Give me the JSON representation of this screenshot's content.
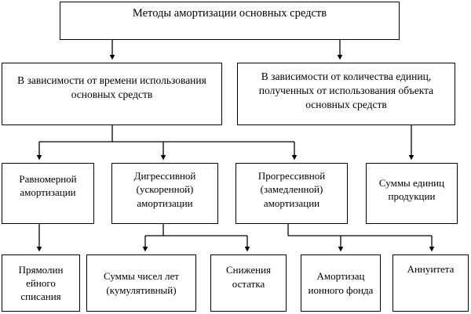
{
  "diagram": {
    "title": "Методы амортизации основных средств",
    "type": "hierarchy-tree",
    "colors": {
      "background": "#ffffff",
      "box_border": "#000000",
      "box_fill": "#ffffff",
      "connector": "#000000",
      "text": "#000000"
    },
    "levels": [
      {
        "level": 1,
        "nodes": [
          {
            "id": "root",
            "label": "Методы амортизации основных средств"
          }
        ]
      },
      {
        "level": 2,
        "nodes": [
          {
            "id": "time",
            "label": "В зависимости от времени использования основных средств"
          },
          {
            "id": "units",
            "label": "В зависимости от количества единиц, полученных от использования объекта основных средств"
          }
        ]
      },
      {
        "level": 3,
        "nodes": [
          {
            "id": "even",
            "label": "Равномерной амортизации"
          },
          {
            "id": "digr",
            "label": "Дигрессивной (ускоренной) амортизации"
          },
          {
            "id": "prog",
            "label": "Прогрессивной (замедленной) амортизации"
          },
          {
            "id": "sum",
            "label": "Суммы единиц продукции"
          }
        ]
      },
      {
        "level": 4,
        "nodes": [
          {
            "id": "line",
            "label": "Прямолин ейного списания"
          },
          {
            "id": "cumul",
            "label": "Суммы чисел лет (кумулятивный)"
          },
          {
            "id": "decl",
            "label": "Снижения остатка"
          },
          {
            "id": "fund",
            "label": "Амортизац ионного фонда"
          },
          {
            "id": "annu",
            "label": "Аннуитета"
          }
        ]
      }
    ],
    "edges": [
      {
        "from": "root",
        "to": "time"
      },
      {
        "from": "root",
        "to": "units"
      },
      {
        "from": "time",
        "to": "even"
      },
      {
        "from": "time",
        "to": "digr"
      },
      {
        "from": "time",
        "to": "prog"
      },
      {
        "from": "units",
        "to": "sum"
      },
      {
        "from": "even",
        "to": "line"
      },
      {
        "from": "digr",
        "to": "cumul"
      },
      {
        "from": "digr",
        "to": "decl"
      },
      {
        "from": "prog",
        "to": "fund"
      },
      {
        "from": "prog",
        "to": "annu"
      }
    ]
  }
}
